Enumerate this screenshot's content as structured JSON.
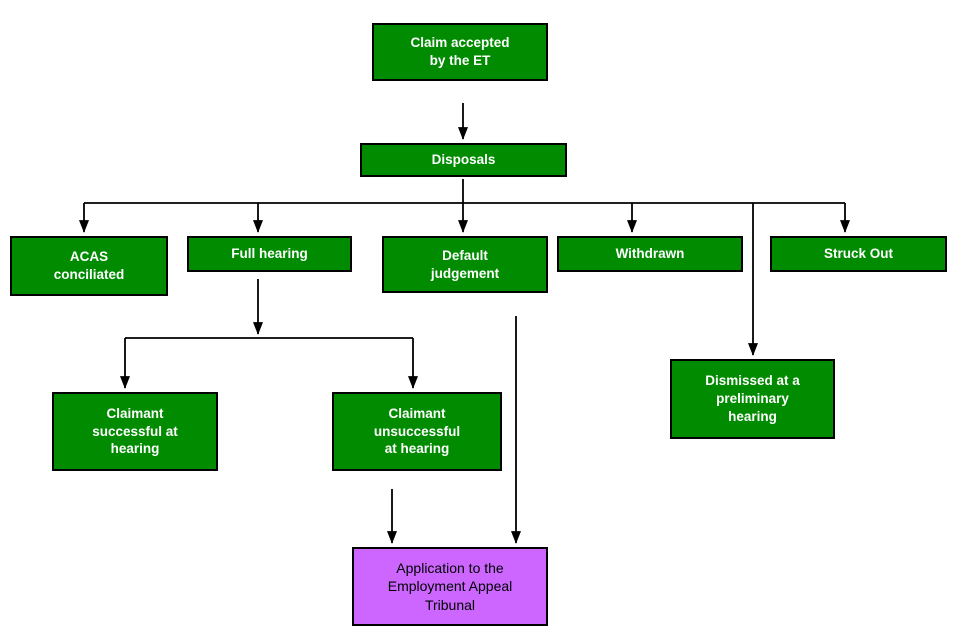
{
  "diagram": {
    "colors": {
      "background": "#ffffff",
      "node_green": "#008b00",
      "node_purple": "#cc66ff",
      "text_on_green": "#ffffff",
      "text_on_purple": "#000000",
      "border": "#000000",
      "line": "#000000"
    },
    "nodes": {
      "claim_accepted": {
        "label": "Claim accepted\nby the ET"
      },
      "disposals": {
        "label": "Disposals"
      },
      "acas_conciliated": {
        "label": "ACAS\nconciliated"
      },
      "full_hearing": {
        "label": "Full hearing"
      },
      "default_judgement": {
        "label": "Default\njudgement"
      },
      "withdrawn": {
        "label": "Withdrawn"
      },
      "struck_out": {
        "label": "Struck Out"
      },
      "claimant_successful": {
        "label": "Claimant\nsuccessful at\nhearing"
      },
      "claimant_unsuccessful": {
        "label": "Claimant\nunsuccessful\nat hearing"
      },
      "dismissed_preliminary": {
        "label": "Dismissed at a\npreliminary\nhearing"
      },
      "appeal_tribunal": {
        "label": "Application to the\nEmployment Appeal\nTribunal"
      }
    }
  }
}
